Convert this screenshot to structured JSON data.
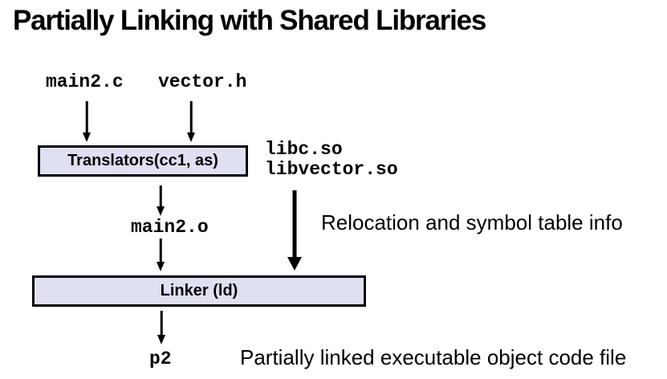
{
  "title": "Partially Linking with Shared Libraries",
  "diagram": {
    "source_file": "main2.c",
    "header_file": "vector.h",
    "translators_label": "Translators(cc1, as)",
    "lib1": "libc.so",
    "lib2": "libvector.so",
    "object_file": "main2.o",
    "relocation_note": "Relocation and symbol table info",
    "linker_label": "Linker (ld)",
    "output_file": "p2",
    "output_note": "Partially linked executable object code file"
  },
  "colors": {
    "background": "#ffffff",
    "text": "#000000",
    "box_fill": "#dfe0f2",
    "box_border": "#000000",
    "arrow": "#000000"
  }
}
